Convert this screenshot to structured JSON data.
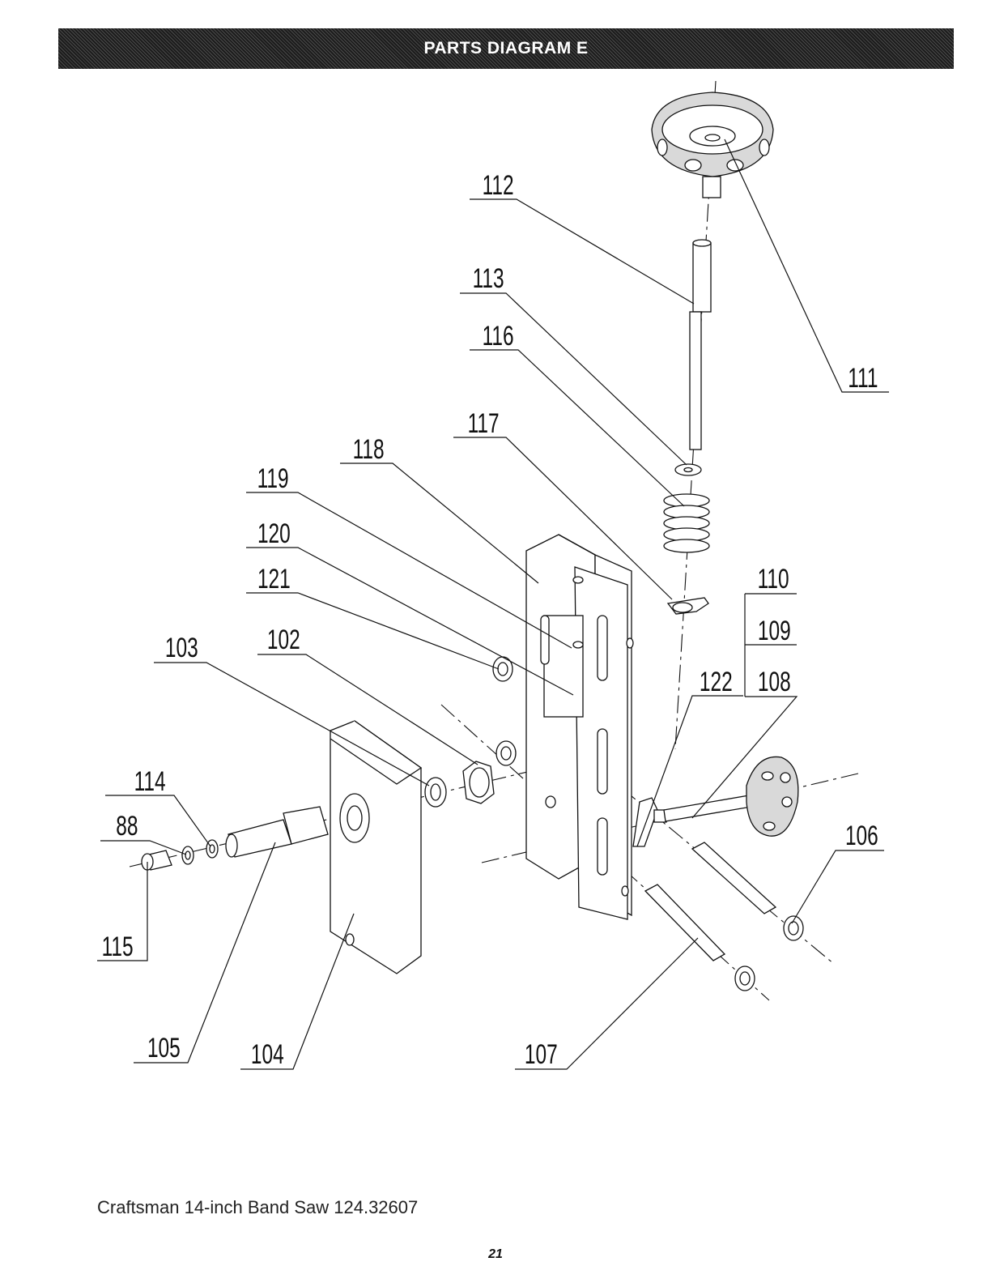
{
  "header": {
    "title": "PARTS DIAGRAM E"
  },
  "diagram": {
    "callouts": [
      "112",
      "113",
      "116",
      "117",
      "118",
      "119",
      "120",
      "121",
      "103",
      "102",
      "111",
      "110",
      "109",
      "108",
      "122",
      "114",
      "88",
      "115",
      "106",
      "105",
      "104",
      "107"
    ]
  },
  "footer": {
    "model_text": "Craftsman 14-inch Band Saw 124.32607",
    "page_number": "21"
  }
}
